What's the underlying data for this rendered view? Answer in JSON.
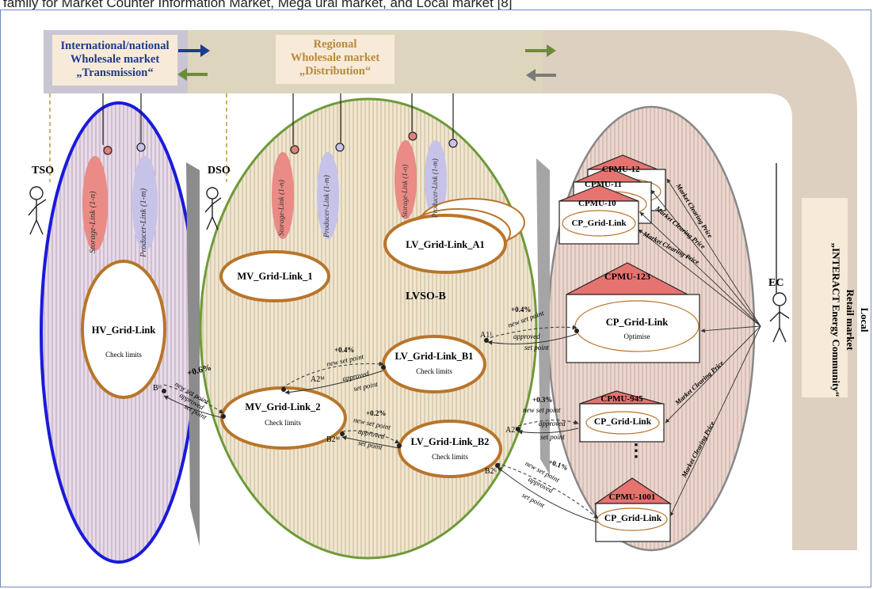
{
  "caption": "family for Market Counter Information Market, Mega ural market, and Local market [8]",
  "markets": {
    "international": [
      "International/national",
      "Wholesale market",
      "„Transmission“"
    ],
    "regional": [
      "Regional",
      "Wholesale market",
      "„Distribution“"
    ],
    "local": [
      "Local",
      "Retail market",
      "„INTERACT Energy Community“"
    ]
  },
  "roles": {
    "tso": "TSO",
    "dso": "DSO",
    "ec": "EC"
  },
  "links": {
    "storage": "Storage-Link (1-n)",
    "producer": "Producer-Link (1-m)"
  },
  "nodes": {
    "hv": "HV_Grid-Link",
    "hv_sub": "Check limits",
    "mv1": "MV_Grid-Link_1",
    "mv2": "MV_Grid-Link_2",
    "mv2_sub": "Check limits",
    "lv_a1": "LV_Grid-Link_A1",
    "lvso": "LVSO-B",
    "lv_b1": "LV_Grid-Link_B1",
    "lv_b1_sub": "Check limits",
    "lv_b2": "LV_Grid-Link_B2",
    "lv_b2_sub": "Check limits"
  },
  "cpmu": {
    "c12": "CPMU-12",
    "c11": "CPMU-11",
    "c10": "CPMU-10",
    "c10_inner": "CP_Grid-Link",
    "c123": "CPMU-123",
    "c123_inner": "CP_Grid-Link",
    "c123_sub": "Optimise",
    "c945": "CPMU-945",
    "c945_inner": "CP_Grid-Link",
    "c1001": "CPMU-1001",
    "c1001_inner": "CP_Grid-Link"
  },
  "ports": {
    "bh": "Bᴴ",
    "a2m": "A2ᴹ",
    "b2m": "B2ᴹ",
    "a1l": "A1ᴸ",
    "a2l": "A2ᴸ",
    "b2l": "B2ᴸ"
  },
  "flows": {
    "p06": "+0.6%",
    "p04": "+0.4%",
    "p02": "+0.2%",
    "p04b": "+0.4%",
    "p03": "+0.3%",
    "p01": "+0.1%",
    "new_set_point": "new set point",
    "approved": "approved",
    "set_point": "set point"
  },
  "market_price": "Market Clearing Price",
  "dots": "⋮"
}
